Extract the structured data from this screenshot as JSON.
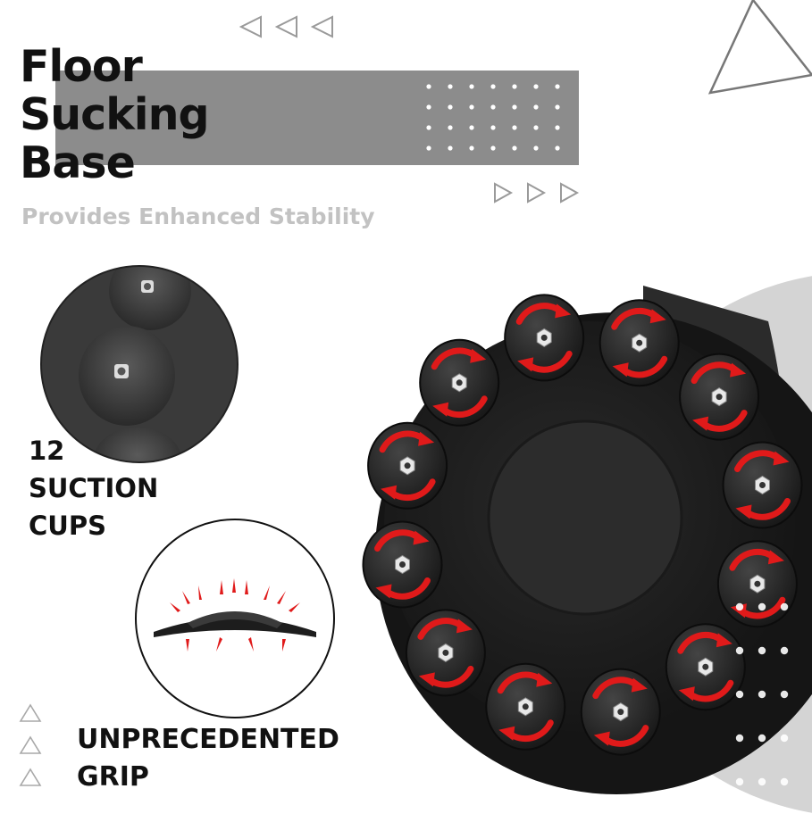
{
  "headline": {
    "line1": "Floor",
    "line2": "Sucking",
    "line3": "Base"
  },
  "subheadline": "Provides Enhanced Stability",
  "suction_callout": {
    "line1": "12",
    "line2": "SUCTION",
    "line3": "CUPS"
  },
  "grip_callout": {
    "line1": "UNPRECEDENTED",
    "line2": "GRIP"
  },
  "product": {
    "suction_cup_count": 12,
    "arrow_color": "#e01a1a",
    "base_color": "#1c1c1c",
    "banner_color": "#8c8c8c"
  }
}
